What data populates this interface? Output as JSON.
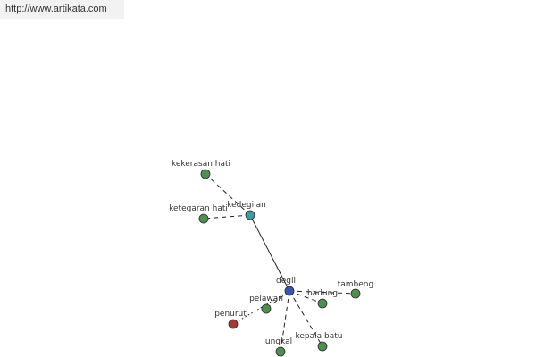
{
  "source_url": "http://www.artikata.com",
  "graph": {
    "nodes": [
      {
        "id": "degil",
        "label": "degil",
        "color": "#3d55a8"
      },
      {
        "id": "kedegilan",
        "label": "kedegilan",
        "color": "#3f9aa6"
      },
      {
        "id": "kekerasan_hati",
        "label": "kekerasan hati",
        "color": "#4f8e4f"
      },
      {
        "id": "ketegaran_hati",
        "label": "ketegaran hati",
        "color": "#4f8e4f"
      },
      {
        "id": "tambeng",
        "label": "tambeng",
        "color": "#4f8e4f"
      },
      {
        "id": "badung",
        "label": "badung",
        "color": "#4f8e4f"
      },
      {
        "id": "pelawan",
        "label": "pelawan",
        "color": "#4f8e4f"
      },
      {
        "id": "penurut",
        "label": "penurut",
        "color": "#a03a3a"
      },
      {
        "id": "ungkal",
        "label": "ungkal",
        "color": "#4f8e4f"
      },
      {
        "id": "kepala_batu",
        "label": "kepala batu",
        "color": "#4f8e4f"
      }
    ],
    "edges": [
      {
        "from": "degil",
        "to": "kedegilan",
        "style": "solid"
      },
      {
        "from": "kedegilan",
        "to": "kekerasan_hati",
        "style": "dashed"
      },
      {
        "from": "kedegilan",
        "to": "ketegaran_hati",
        "style": "dashed"
      },
      {
        "from": "degil",
        "to": "tambeng",
        "style": "dashed"
      },
      {
        "from": "degil",
        "to": "badung",
        "style": "dashed"
      },
      {
        "from": "degil",
        "to": "pelawan",
        "style": "dashed"
      },
      {
        "from": "degil",
        "to": "penurut",
        "style": "dotted"
      },
      {
        "from": "degil",
        "to": "ungkal",
        "style": "dashed"
      },
      {
        "from": "degil",
        "to": "kepala_batu",
        "style": "dashed"
      }
    ]
  }
}
